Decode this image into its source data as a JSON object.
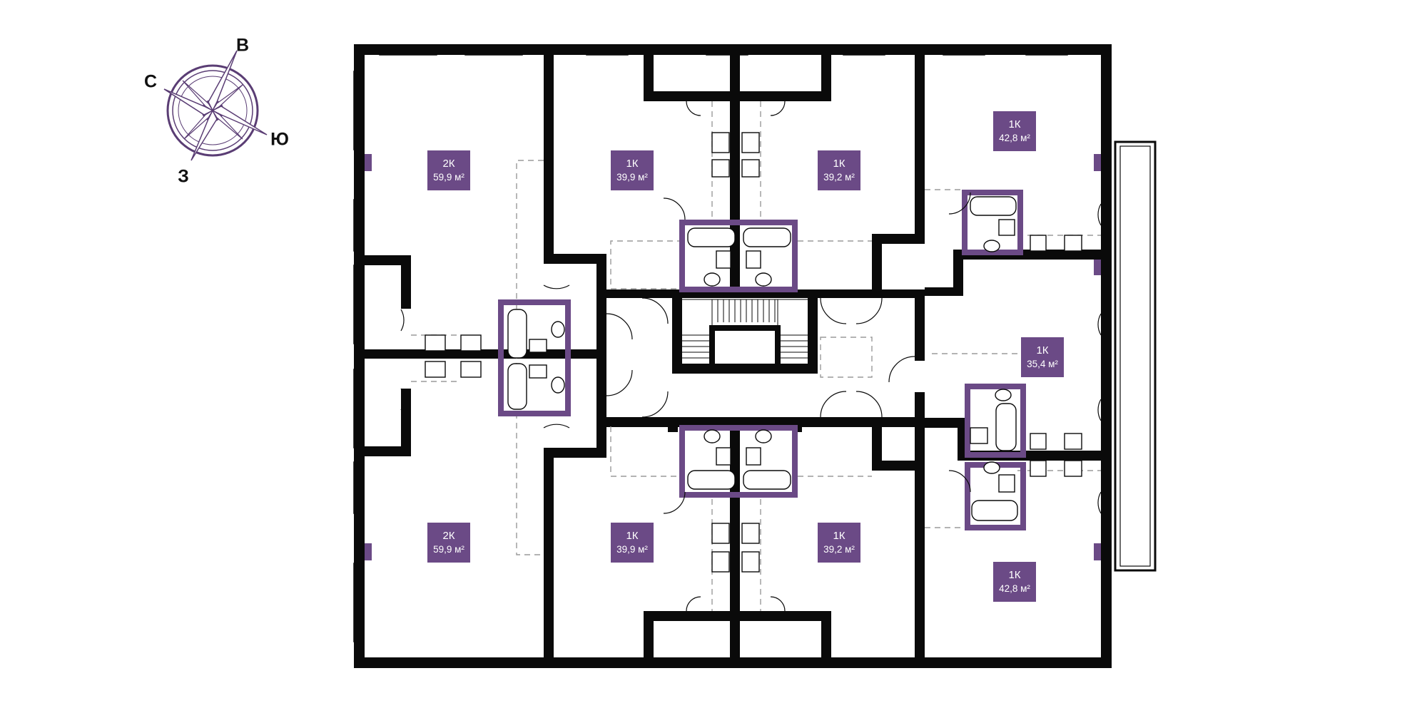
{
  "colors": {
    "wall": "#0a0a0a",
    "accent": "#6b4a86",
    "dash": "#9a9a9a",
    "window": "#ffffff"
  },
  "compass": {
    "north": "С",
    "east": "В",
    "south": "Ю",
    "west": "З",
    "icon": "compass-rose-icon"
  },
  "apartments": [
    {
      "id": "apt-2k-top",
      "type": "2К",
      "area": "59,9 м²"
    },
    {
      "id": "apt-1k-top-left",
      "type": "1К",
      "area": "39,9 м²"
    },
    {
      "id": "apt-1k-top-mid",
      "type": "1К",
      "area": "39,2 м²"
    },
    {
      "id": "apt-1k-top-right",
      "type": "1К",
      "area": "42,8 м²"
    },
    {
      "id": "apt-1k-mid-right",
      "type": "1К",
      "area": "35,4 м²"
    },
    {
      "id": "apt-2k-bottom",
      "type": "2К",
      "area": "59,9 м²"
    },
    {
      "id": "apt-1k-bot-left",
      "type": "1К",
      "area": "39,9 м²"
    },
    {
      "id": "apt-1k-bot-mid",
      "type": "1К",
      "area": "39,2 м²"
    },
    {
      "id": "apt-1k-bot-right",
      "type": "1К",
      "area": "42,8 м²"
    }
  ]
}
